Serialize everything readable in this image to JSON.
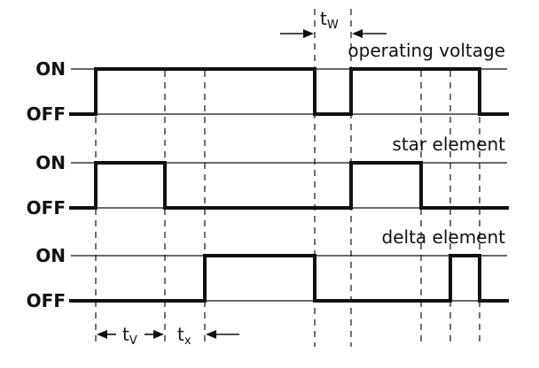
{
  "levels": {
    "on": "ON",
    "off": "OFF"
  },
  "signals": [
    {
      "label": "operating voltage",
      "states": [
        "OFF",
        "ON",
        "OFF",
        "ON",
        "OFF"
      ]
    },
    {
      "label": "star element",
      "states": [
        "OFF",
        "ON",
        "OFF",
        "ON",
        "OFF"
      ]
    },
    {
      "label": "delta element",
      "states": [
        "OFF",
        "ON",
        "OFF",
        "ON",
        "OFF"
      ]
    }
  ],
  "timing": {
    "tv": {
      "main": "t",
      "sub": "V"
    },
    "tx": {
      "main": "t",
      "sub": "x"
    },
    "tw": {
      "main": "t",
      "sub": "W"
    }
  }
}
